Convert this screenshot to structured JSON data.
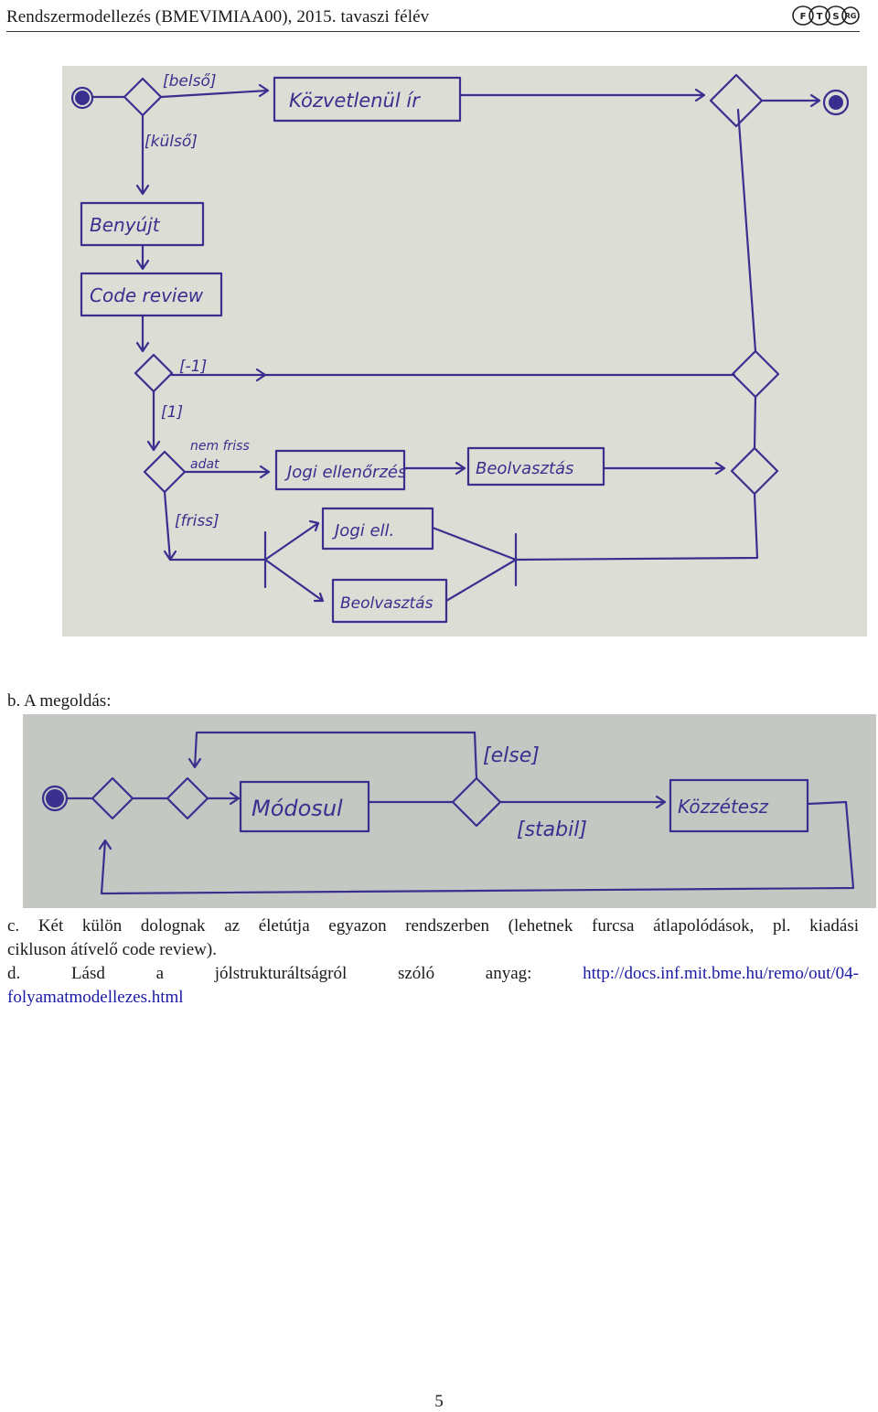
{
  "header": {
    "title": "Rendszermodellezés (BMEVIMIAA00), 2015. tavaszi félév",
    "logo_text": "FTSRG",
    "logo_icon": "ftsrg-logo-icon"
  },
  "figure1": {
    "labels": {
      "belso": "[belső]",
      "kozvetlenul_ir": "Közvetlenül ír",
      "kulso": "[külső]",
      "benyujt": "Benyújt",
      "code_review": "Code review",
      "minus1": "[-1]",
      "one": "[1]",
      "nem_friss": "nem friss",
      "adat": "adat",
      "jogi_ellenorzes": "Jogi ellenőrzés",
      "beolvasztas1": "Beolvasztás",
      "friss": "[friss]",
      "jogi_ell": "Jogi ell.",
      "beolvasztas2": "Beolvasztás"
    }
  },
  "caption_b": "b. A megoldás:",
  "figure2": {
    "labels": {
      "else": "[else]",
      "modosul": "Módosul",
      "stabil": "[stabil]",
      "kozzetesz": "Közzétesz"
    }
  },
  "para_c": {
    "line1": "c. Két külön dolognak az életútja egyazon rendszerben (lehetnek furcsa átlapolódások, pl. kiadási",
    "line2": "cikluson átívelő code review)."
  },
  "para_d": {
    "prefix": "d. Lásd a jólstrukturáltságról szóló anyag:",
    "link_part1": "http://docs.inf.mit.bme.hu/remo/out/04-",
    "link_part2": "folyamatmodellezes.html"
  },
  "page_number": "5",
  "colors": {
    "ink": "#3a2f8f",
    "paper_photo1": "#dcddd5",
    "paper_photo2": "#c5c7c2",
    "link": "#1a1aa6"
  }
}
